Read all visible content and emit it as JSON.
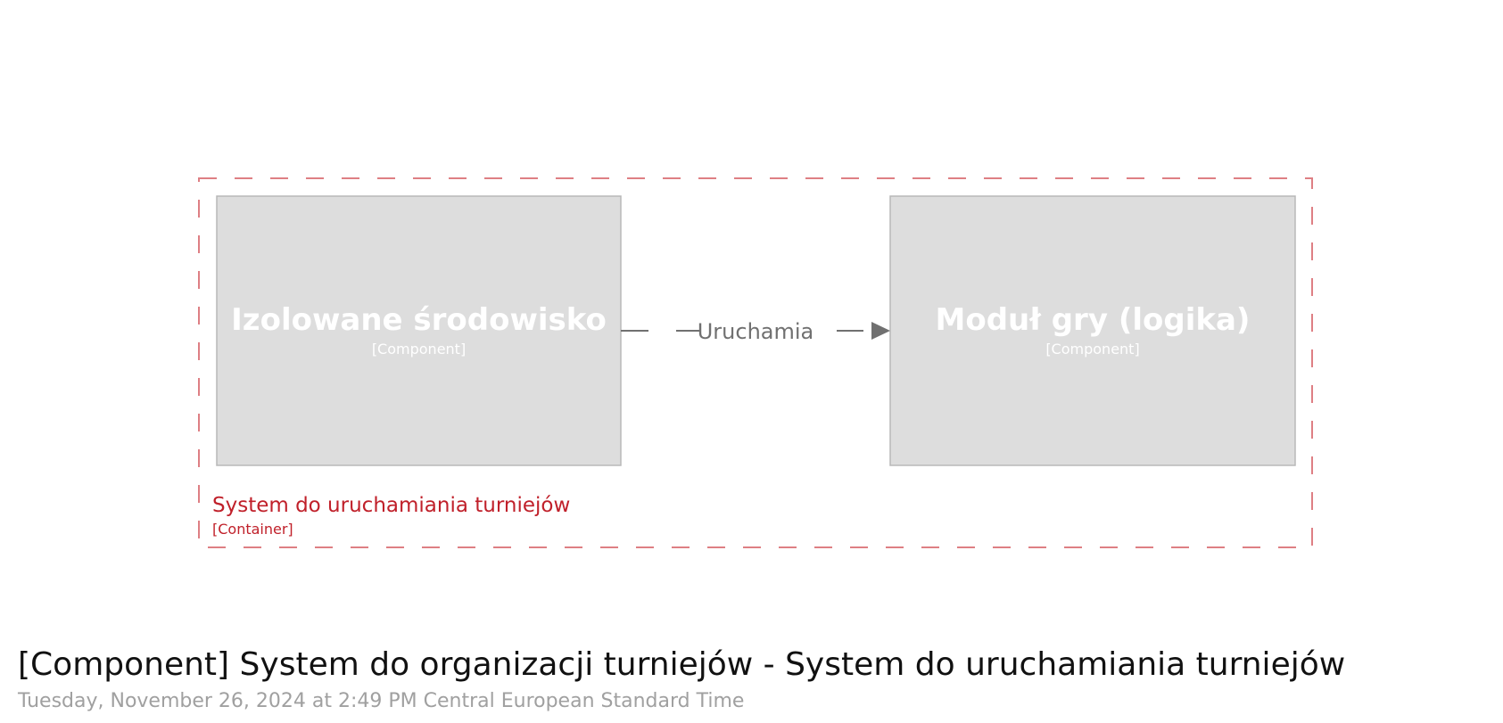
{
  "boundary": {
    "name": "System do uruchamiania turniejów",
    "type": "[Container]",
    "color": "#c0202a"
  },
  "components": [
    {
      "title": "Izolowane środowisko",
      "type": "[Component]",
      "fill": "#dddddd"
    },
    {
      "title": "Moduł gry (logika)",
      "type": "[Component]",
      "fill": "#dddddd"
    }
  ],
  "relationship": {
    "label": "Uruchamia",
    "color": "#707070"
  },
  "footer": {
    "title": "[Component] System do organizacji turniejów - System do uruchamiania turniejów",
    "date": "Tuesday, November 26, 2024 at 2:49 PM Central European Standard Time"
  }
}
